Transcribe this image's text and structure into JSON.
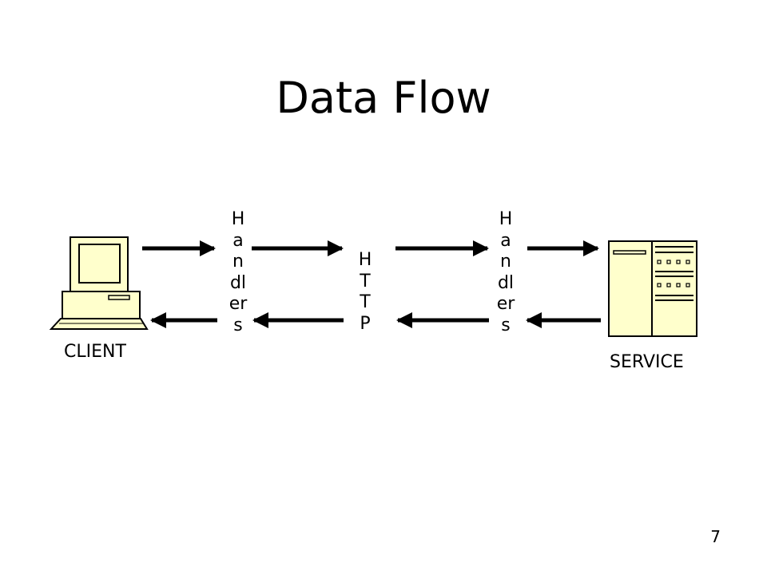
{
  "title": "Data Flow",
  "nodes": {
    "client_label": "CLIENT",
    "service_label": "SERVICE",
    "left_handlers_label": "Handlers",
    "http_label": "HTTP",
    "right_handlers_label": "Handlers"
  },
  "page_number": "7",
  "colors": {
    "device_fill": "#ffffcc",
    "stroke": "#000000",
    "background": "#ffffff"
  }
}
